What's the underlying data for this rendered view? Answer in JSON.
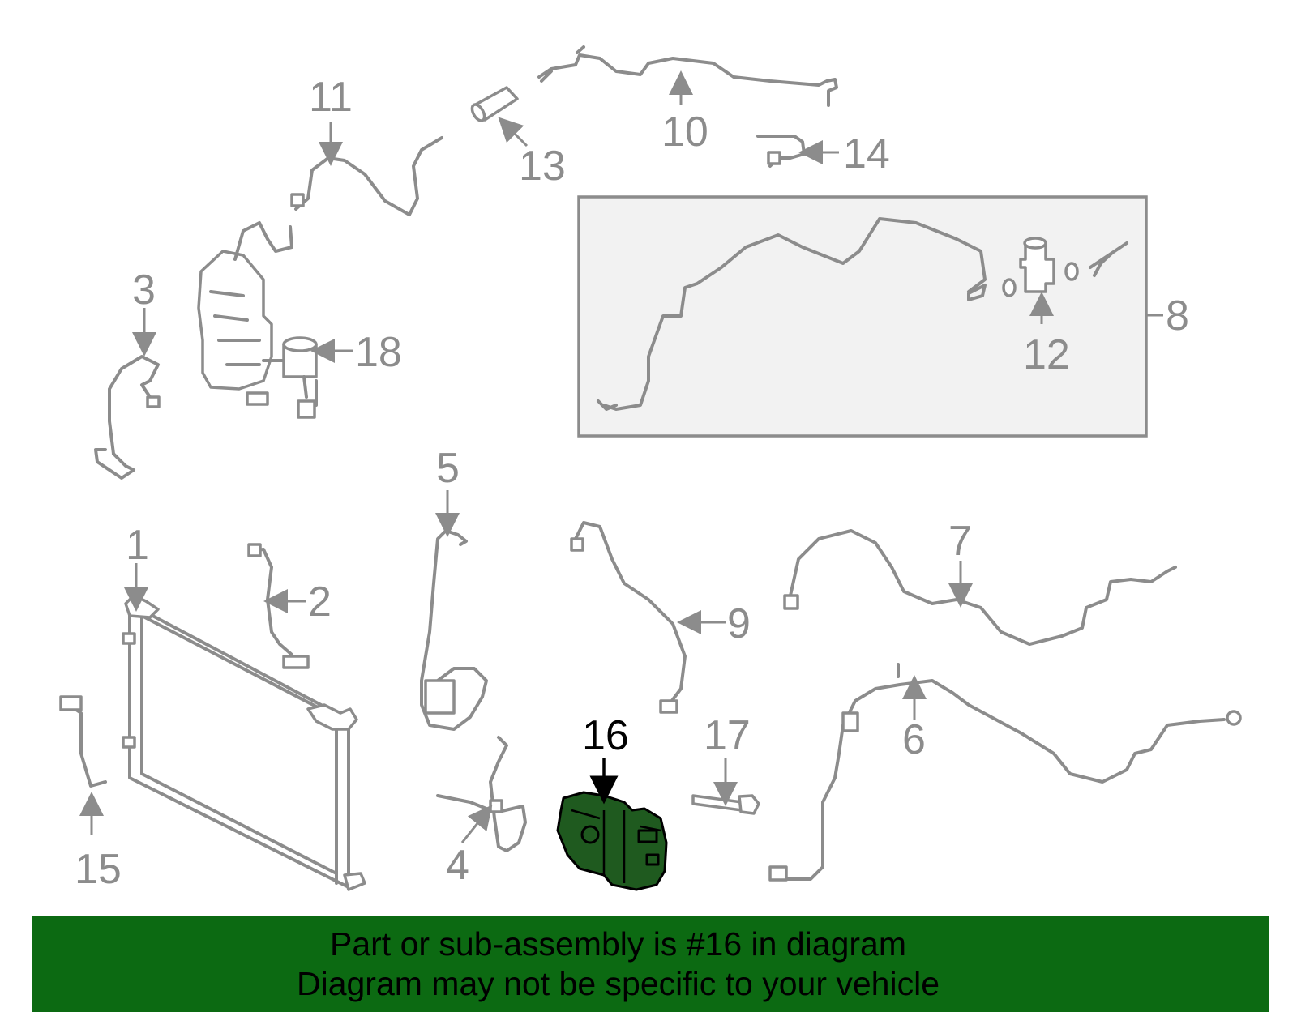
{
  "callouts": {
    "c1": "1",
    "c2": "2",
    "c3": "3",
    "c4": "4",
    "c5": "5",
    "c6": "6",
    "c7": "7",
    "c8": "8",
    "c9": "9",
    "c10": "10",
    "c11": "11",
    "c12": "12",
    "c13": "13",
    "c14": "14",
    "c15": "15",
    "c16": "16",
    "c17": "17",
    "c18": "18"
  },
  "highlight": {
    "part_number": "16",
    "color": "#1f5a1f"
  },
  "banner": {
    "line1": "Part or sub-assembly is #16 in diagram",
    "line2": "Diagram may not be specific to your vehicle",
    "background": "#0c6a12"
  }
}
